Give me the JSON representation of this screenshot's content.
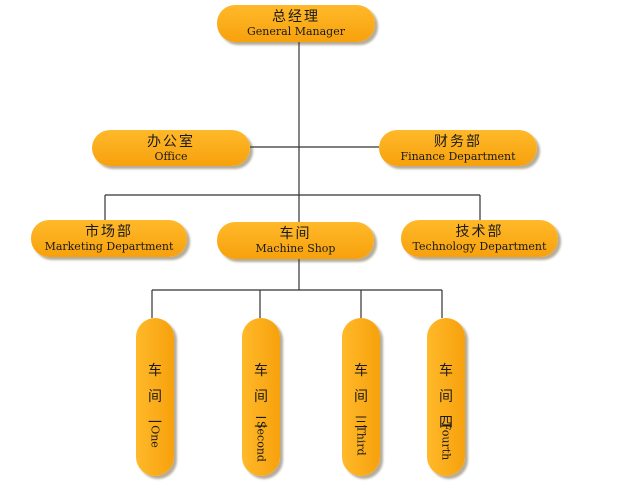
{
  "org_chart": {
    "general_manager": {
      "cn": "总经理",
      "en": "General Manager"
    },
    "office": {
      "cn": "办公室",
      "en": "Office"
    },
    "finance": {
      "cn": "财务部",
      "en": "Finance Department"
    },
    "marketing": {
      "cn": "市场部",
      "en": "Marketing Department"
    },
    "machine_shop": {
      "cn": "车间",
      "en": "Machine Shop"
    },
    "technology": {
      "cn": "技术部",
      "en": "Technology Department"
    },
    "workshops": [
      {
        "cn1": "车",
        "cn2": "间",
        "cn3": "一",
        "en": "One"
      },
      {
        "cn1": "车",
        "cn2": "间",
        "cn3": "二",
        "en": "Second"
      },
      {
        "cn1": "车",
        "cn2": "间",
        "cn3": "三",
        "en": "Third"
      },
      {
        "cn1": "车",
        "cn2": "间",
        "cn3": "四",
        "en": "Fourth"
      }
    ]
  },
  "colors": {
    "node_fill": "#f9a818",
    "line": "#333333"
  }
}
